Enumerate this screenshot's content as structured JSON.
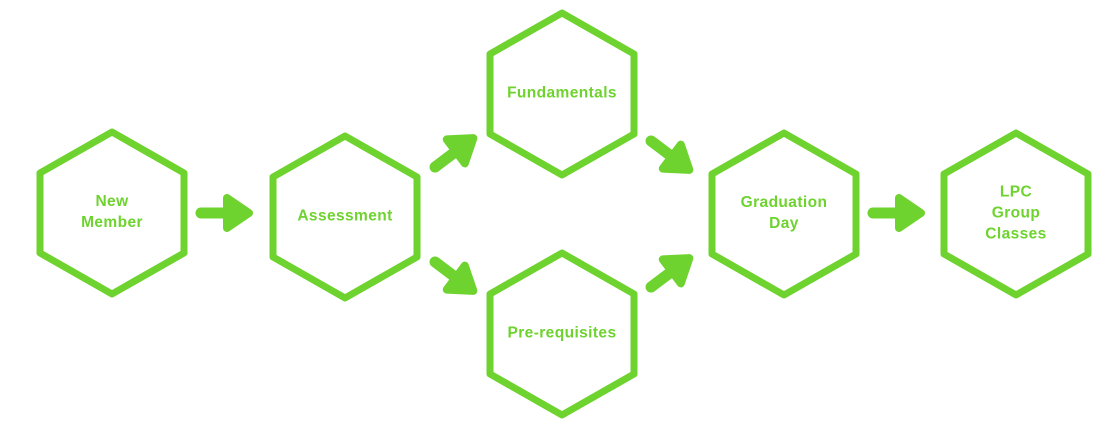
{
  "diagram": {
    "accent_color": "#6ed32e",
    "background_color": "#ffffff",
    "nodes": {
      "new_member": {
        "label": "New\nMember"
      },
      "assessment": {
        "label": "Assessment"
      },
      "fundamentals": {
        "label": "Fundamentals"
      },
      "prerequisites": {
        "label": "Pre-requisites"
      },
      "graduation": {
        "label": "Graduation\nDay"
      },
      "lpc": {
        "label": "LPC\nGroup\nClasses"
      }
    },
    "edges": [
      {
        "from": "New Member",
        "to": "Assessment"
      },
      {
        "from": "Assessment",
        "to": "Fundamentals"
      },
      {
        "from": "Assessment",
        "to": "Pre-requisites"
      },
      {
        "from": "Fundamentals",
        "to": "Graduation Day"
      },
      {
        "from": "Pre-requisites",
        "to": "Graduation Day"
      },
      {
        "from": "Graduation Day",
        "to": "LPC Group Classes"
      }
    ]
  }
}
